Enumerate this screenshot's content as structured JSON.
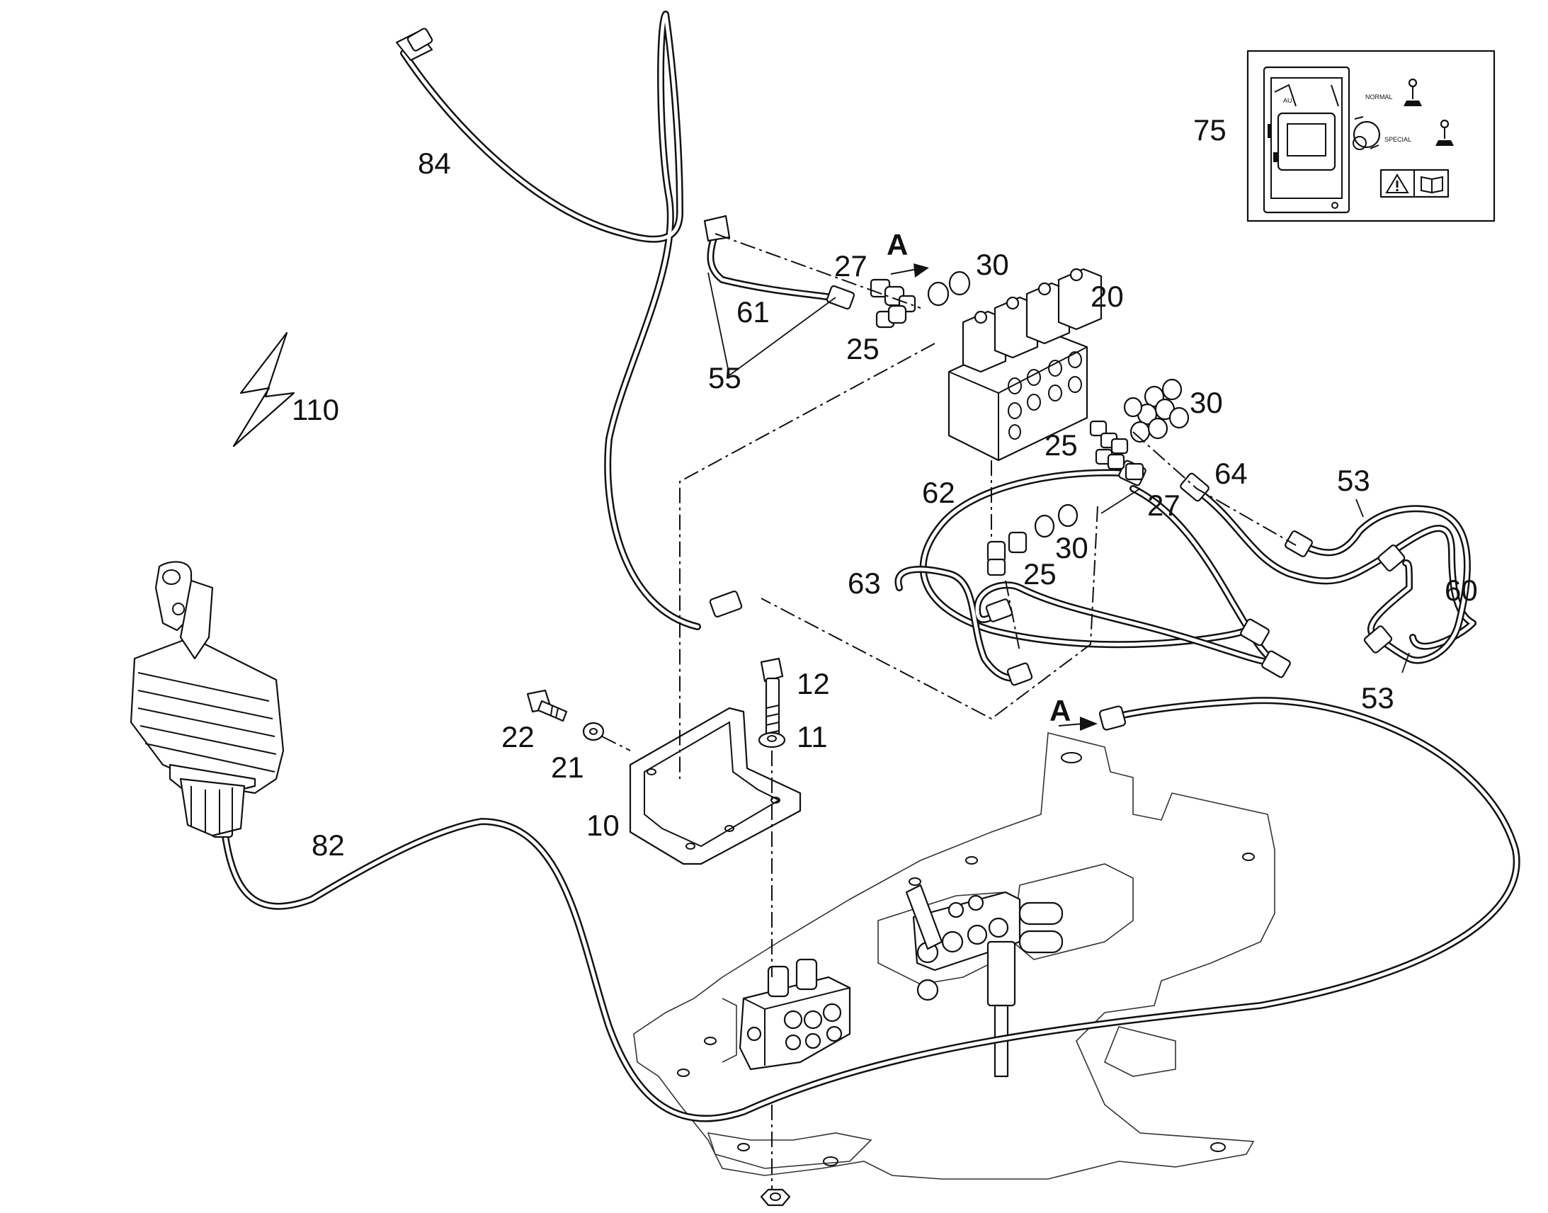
{
  "callouts": {
    "c10": "10",
    "c11": "11",
    "c12": "12",
    "c20": "20",
    "c21": "21",
    "c22": "22",
    "c25a": "25",
    "c25b": "25",
    "c25c": "25",
    "c27a": "27",
    "c27b": "27",
    "c30a": "30",
    "c30b": "30",
    "c30c": "30",
    "c53a": "53",
    "c53b": "53",
    "c55": "55",
    "c60": "60",
    "c61": "61",
    "c62": "62",
    "c63": "63",
    "c64": "64",
    "c75": "75",
    "c82": "82",
    "c84": "84",
    "c110": "110"
  },
  "view_markers": {
    "a_top": "A",
    "a_bottom": "A"
  },
  "decal": {
    "normal_label": "NORMAL",
    "special_label": "SPECIAL",
    "plate_text": "AU"
  },
  "icons": {
    "electrical": "lightning-bolt-icon",
    "warning": "warning-triangle-icon",
    "manual": "manual-book-icon",
    "lever_normal": "lever-normal-icon",
    "lever_special": "lever-special-icon",
    "direction": "arrow-right-icon"
  }
}
